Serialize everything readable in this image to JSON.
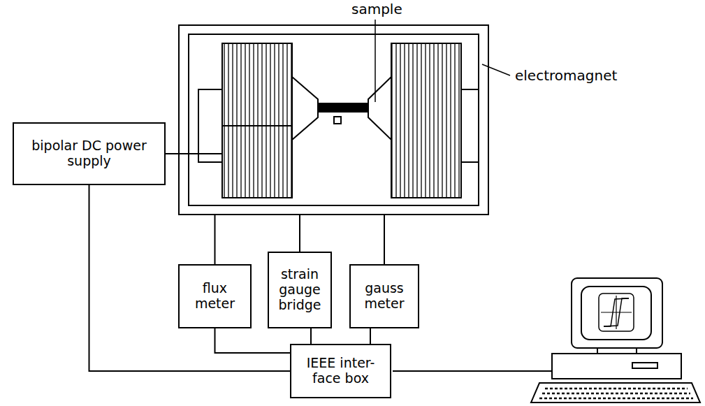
{
  "diagram": {
    "nodes": [
      {
        "text": [
          "bipolar DC power supply"
        ]
      },
      {
        "text": [
          "electromagnet"
        ]
      },
      {
        "text": [
          "flux meter"
        ]
      },
      {
        "text": [
          "strain gauge bridge"
        ]
      },
      {
        "text": [
          "gauss meter"
        ]
      },
      {
        "text": [
          "IEEE inter- face box"
        ]
      }
    ],
    "edges": [
      {
        "from": 0,
        "to": 1,
        "arrow": "none"
      },
      {
        "from": 1,
        "to": 2,
        "arrow": "none"
      },
      {
        "from": 1,
        "to": 3,
        "arrow": "none"
      },
      {
        "from": 1,
        "to": 4,
        "arrow": "none"
      },
      {
        "from": 2,
        "to": 5,
        "arrow": "none"
      },
      {
        "from": 3,
        "to": 5,
        "arrow": "none"
      },
      {
        "from": 4,
        "to": 5,
        "arrow": "none"
      },
      {
        "from": 0,
        "to": 5,
        "arrow": "none"
      }
    ],
    "labels": [
      "sample"
    ]
  }
}
